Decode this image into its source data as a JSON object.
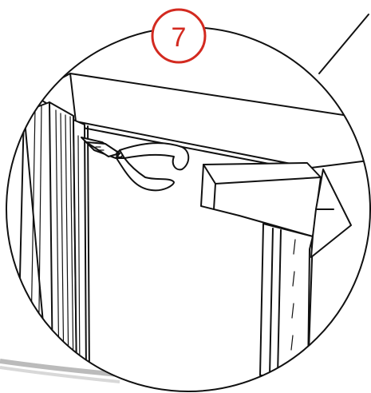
{
  "step": {
    "number": "7",
    "badge_color": "#d32a20"
  },
  "illustration": {
    "subject": "pliers-gripping-trim-strip",
    "arrow_direction": "right"
  }
}
